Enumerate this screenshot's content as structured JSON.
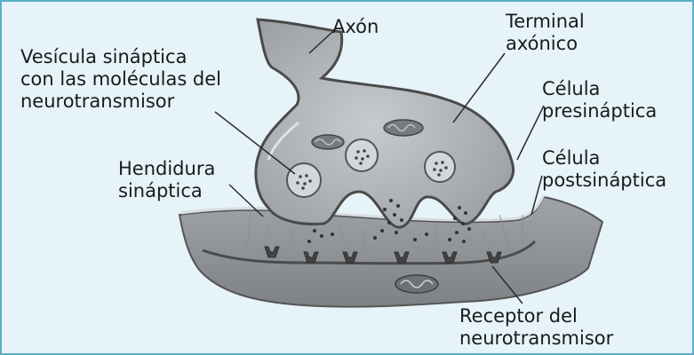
{
  "colors": {
    "background": "#e6f3f9",
    "border": "#5aaec8",
    "membrane": "#4a4a4a",
    "cytoplasm": "#b3b6b9",
    "vesicle": "#d4d7da",
    "text": "#1a1a1a"
  },
  "labels": {
    "axon": "Axón",
    "terminal": [
      "Terminal",
      "axónico"
    ],
    "vesicle": [
      "Vesícula sináptica",
      "con las moléculas del",
      "neurotransmisor"
    ],
    "presynaptic": [
      "Célula",
      "presináptica"
    ],
    "postsynaptic": [
      "Célula",
      "postsináptica"
    ],
    "cleft": [
      "Hendidura",
      "sináptica"
    ],
    "receptor": [
      "Receptor del",
      "neurotransmisor"
    ]
  }
}
